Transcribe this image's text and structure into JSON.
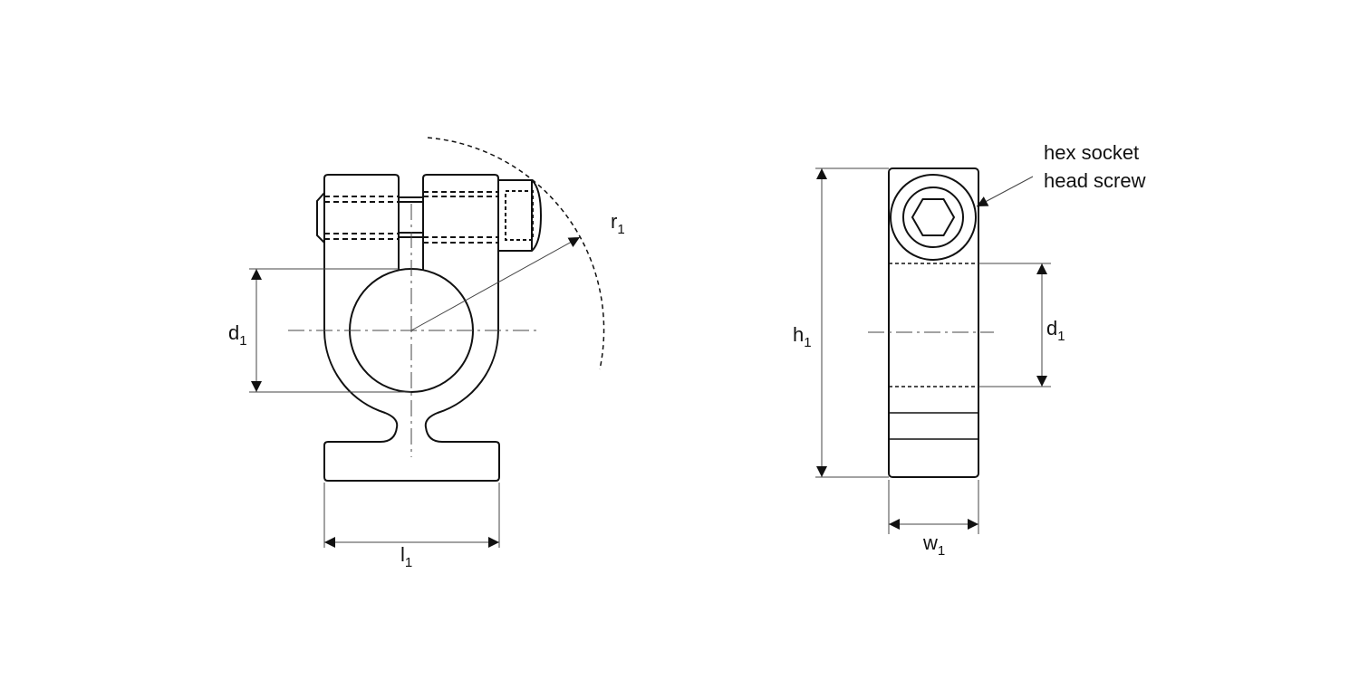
{
  "front_view": {
    "diameter_label": {
      "main": "d",
      "sub": "1"
    },
    "length_label": {
      "main": "l",
      "sub": "1"
    },
    "radius_label": {
      "main": "r",
      "sub": "1"
    }
  },
  "side_view": {
    "height_label": {
      "main": "h",
      "sub": "1"
    },
    "diameter_label": {
      "main": "d",
      "sub": "1"
    },
    "width_label": {
      "main": "w",
      "sub": "1"
    },
    "callout_line1": "hex socket",
    "callout_line2": "head screw"
  }
}
